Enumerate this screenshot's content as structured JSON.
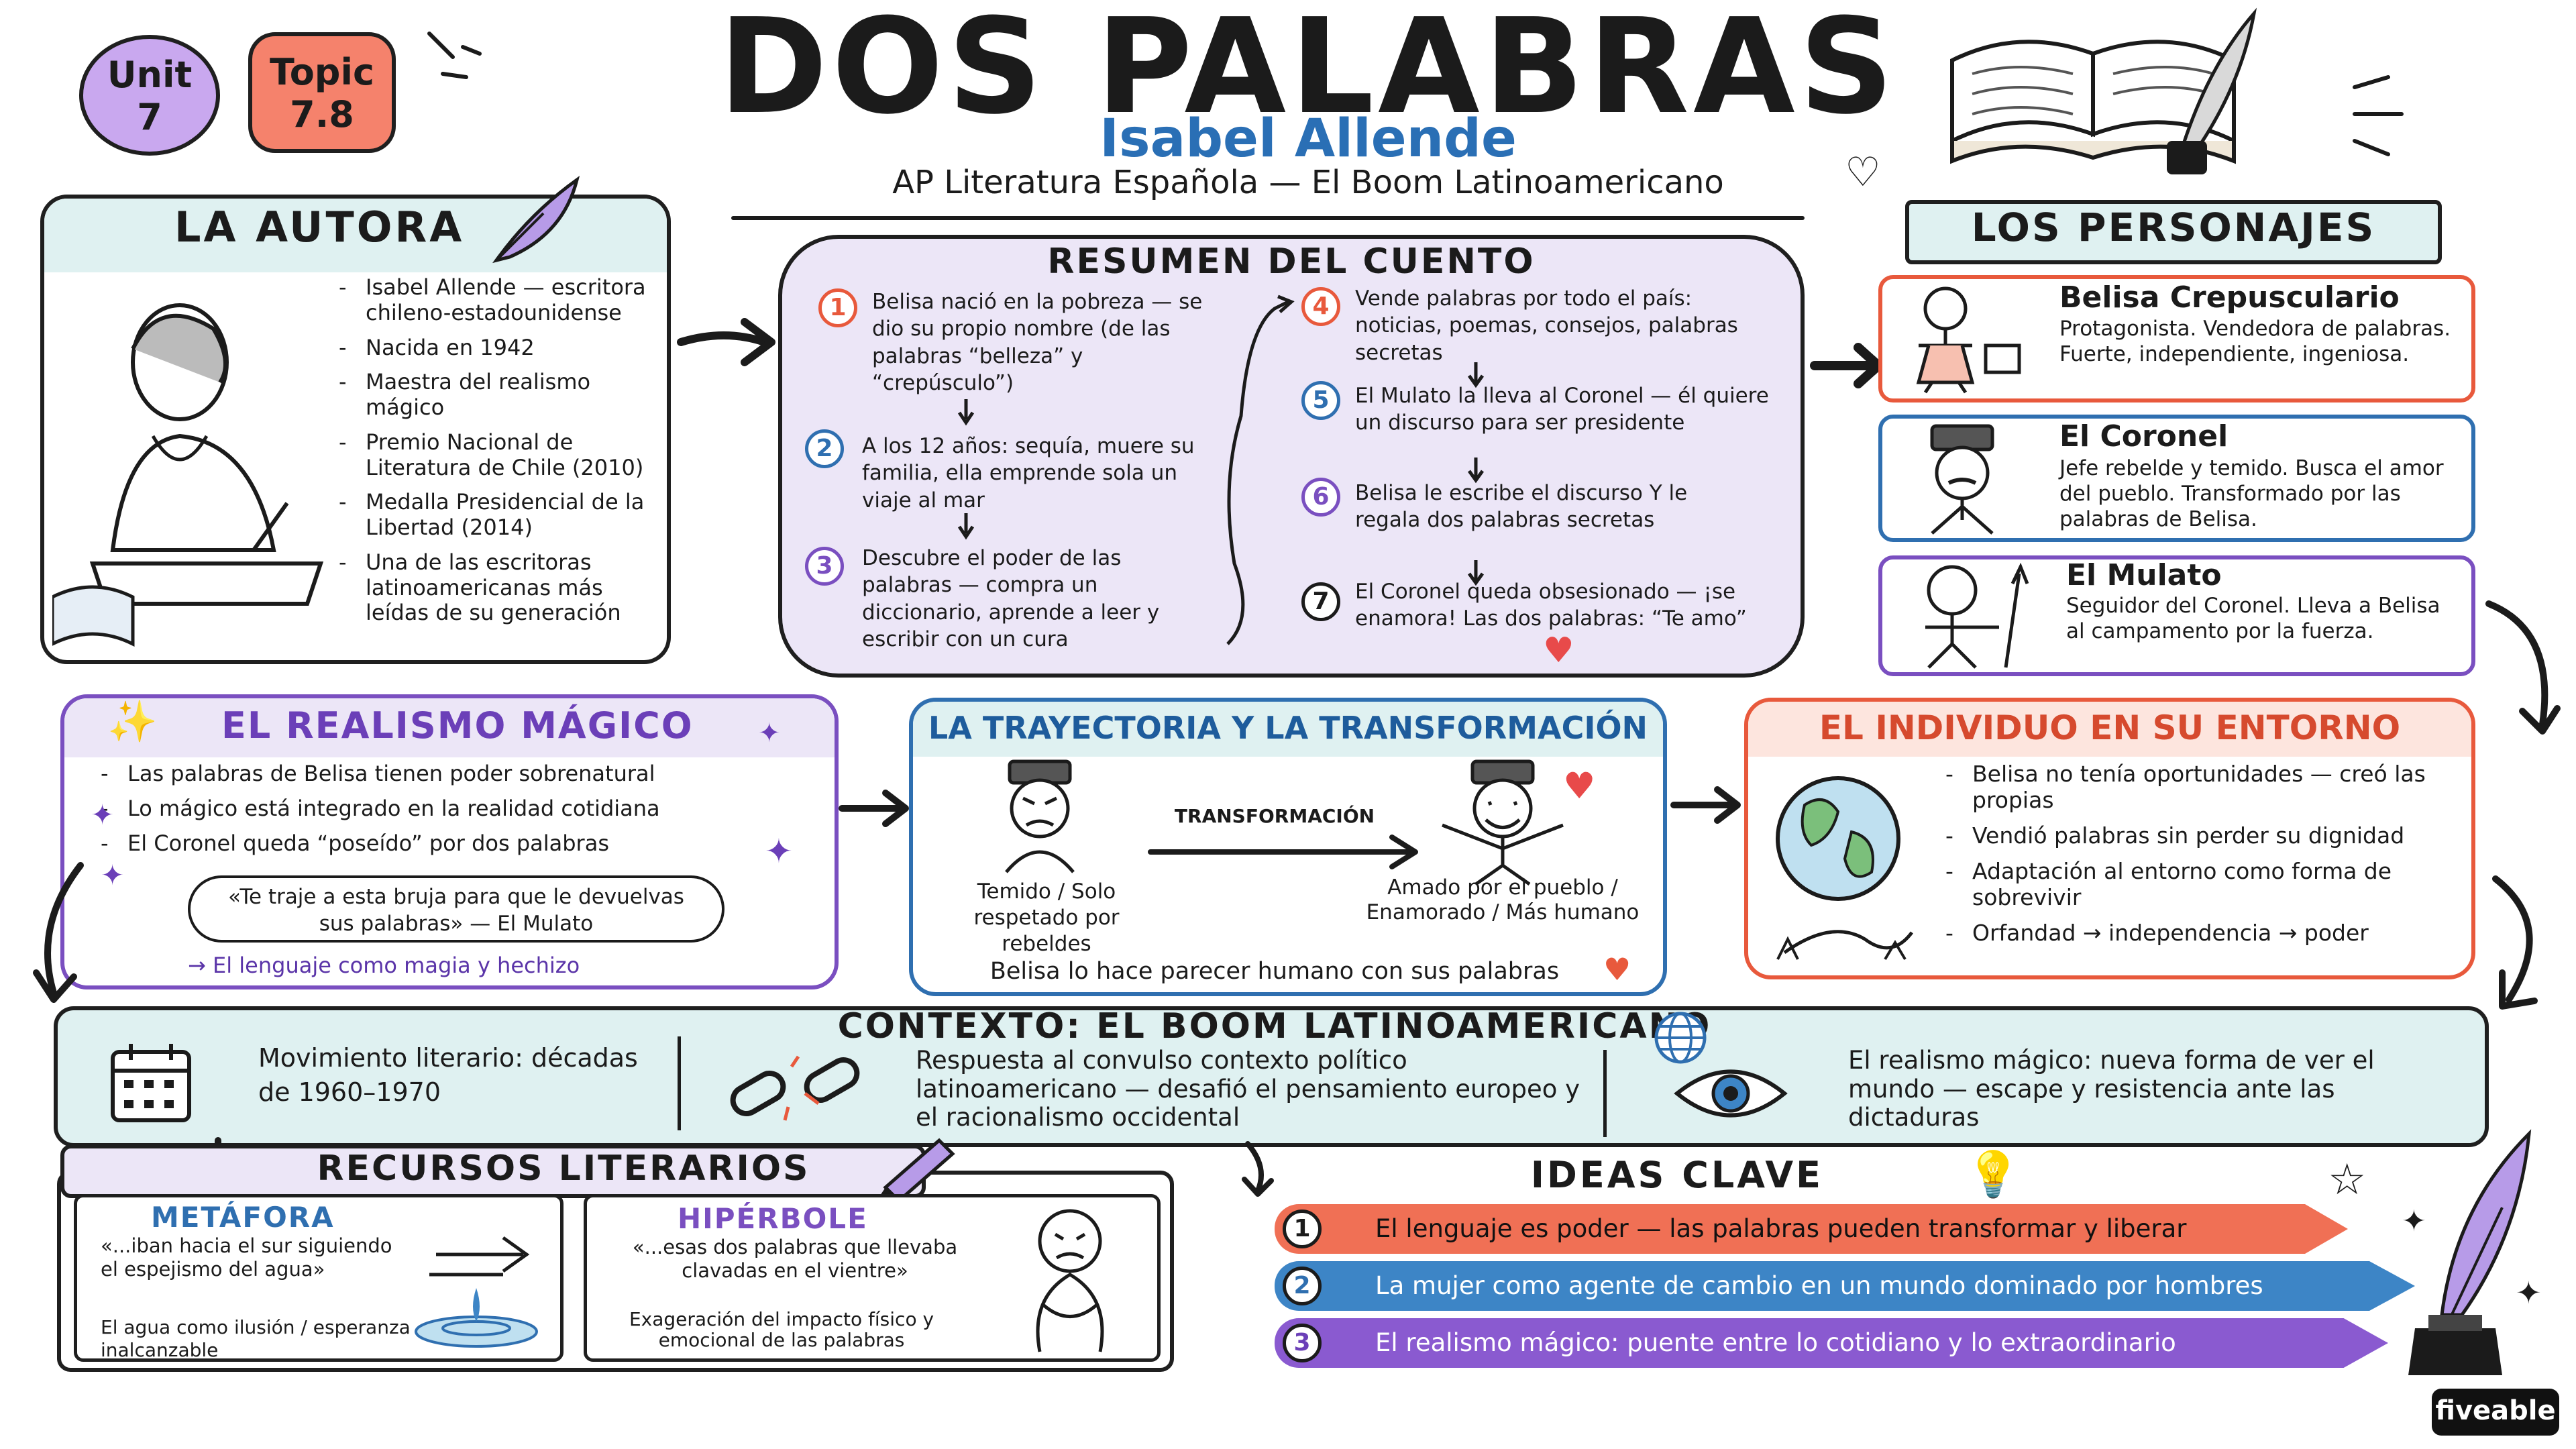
{
  "header": {
    "unit_label": "Unit",
    "unit_number": "7",
    "topic_label": "Topic",
    "topic_number": "7.8",
    "title": "DOS PALABRAS",
    "author": "Isabel Allende",
    "subtitle": "AP Literatura Española — El Boom Latinoamericano"
  },
  "autora": {
    "title": "LA AUTORA",
    "items": [
      "Isabel Allende — escritora chileno-estadounidense",
      "Nacida en 1942",
      "Maestra del realismo mágico",
      "Premio Nacional de Literatura de Chile (2010)",
      "Medalla Presidencial de la Libertad (2014)",
      "Una de las escritoras latinoamericanas más leídas de su generación"
    ]
  },
  "resumen": {
    "title": "RESUMEN DEL CUENTO",
    "steps": [
      {
        "n": "1",
        "text": "Belisa nació en la pobreza — se dio su propio nombre (de las palabras “belleza” y “crepúsculo”)"
      },
      {
        "n": "2",
        "text": "A los 12 años: sequía, muere su familia, ella emprende sola un viaje al mar"
      },
      {
        "n": "3",
        "text": "Descubre el poder de las palabras — compra un diccionario, aprende a leer y escribir con un cura"
      },
      {
        "n": "4",
        "text": "Vende palabras por todo el país: noticias, poemas, consejos, palabras secretas"
      },
      {
        "n": "5",
        "text": "El Mulato la lleva al Coronel — él quiere un discurso para ser presidente"
      },
      {
        "n": "6",
        "text": "Belisa le escribe el discurso Y le regala dos palabras secretas"
      },
      {
        "n": "7",
        "text": "El Coronel queda obsesionado — ¡se enamora! Las dos palabras: “Te amo”"
      }
    ]
  },
  "personajes": {
    "title": "LOS PERSONAJES",
    "cards": [
      {
        "name": "Belisa Crepusculario",
        "desc": "Protagonista. Vendedora de palabras. Fuerte, independiente, ingeniosa.",
        "color": "#e8593c"
      },
      {
        "name": "El Coronel",
        "desc": "Jefe rebelde y temido. Busca el amor del pueblo. Transformado por las palabras de Belisa.",
        "color": "#2f6fb0"
      },
      {
        "name": "El Mulato",
        "desc": "Seguidor del Coronel. Lleva a Belisa al campamento por la fuerza.",
        "color": "#7a4fc0"
      }
    ]
  },
  "realismo": {
    "title": "EL REALISMO MÁGICO",
    "items": [
      "Las palabras de Belisa tienen poder sobrenatural",
      "Lo mágico está integrado en la realidad cotidiana",
      "El Coronel queda “poseído” por dos palabras"
    ],
    "quote": "«Te traje a esta bruja para que le devuelvas sus palabras» — El Mulato",
    "footer": "→ El lenguaje como magia y hechizo"
  },
  "trayectoria": {
    "title": "LA TRAYECTORIA Y LA TRANSFORMACIÓN",
    "arrow_label": "TRANSFORMACIÓN",
    "before": "Temido / Solo respetado por rebeldes",
    "after": "Amado por el pueblo / Enamorado / Más humano",
    "footer": "Belisa lo hace parecer humano con sus palabras"
  },
  "entorno": {
    "title": "EL INDIVIDUO EN SU ENTORNO",
    "items": [
      "Belisa no tenía oportunidades — creó las propias",
      "Vendió palabras sin perder su dignidad",
      "Adaptación al entorno como forma de sobrevivir",
      "Orfandad → independencia → poder"
    ]
  },
  "contexto": {
    "title": "CONTEXTO: EL BOOM LATINOAMERICANO",
    "col1": "Movimiento literario: décadas de 1960–1970",
    "col2": "Respuesta al convulso contexto político latinoamericano — desafió el pensamiento europeo y el racionalismo occidental",
    "col3": "El realismo mágico: nueva forma de ver el mundo — escape y resistencia ante las dictaduras"
  },
  "recursos": {
    "title": "RECURSOS LITERARIOS",
    "metafora": {
      "title": "METÁFORA",
      "quote": "«...iban hacia el sur siguiendo el espejismo del agua»",
      "note": "El agua como ilusión / esperanza inalcanzable"
    },
    "hiperbole": {
      "title": "HIPÉRBOLE",
      "quote": "«...esas dos palabras que llevaba clavadas en el vientre»",
      "note": "Exageración del impacto físico y emocional de las palabras"
    }
  },
  "ideas": {
    "title": "IDEAS CLAVE",
    "items": [
      {
        "n": "1",
        "text": "El lenguaje es poder — las palabras pueden transformar y liberar",
        "color": "#f07055"
      },
      {
        "n": "2",
        "text": "La mujer como agente de cambio en un mundo dominado por hombres",
        "color": "#3d85c6"
      },
      {
        "n": "3",
        "text": "El realismo mágico: puente entre lo cotidiano y lo extraordinario",
        "color": "#8a5ad0"
      }
    ]
  },
  "brand": "fiveable",
  "colors": {
    "teal_fill": "#dff1f1",
    "lavender_fill": "#ece6f7",
    "orange": "#e8593c",
    "blue": "#2f6fb0",
    "purple": "#7a4fc0",
    "title_blue": "#2a6fb5"
  }
}
